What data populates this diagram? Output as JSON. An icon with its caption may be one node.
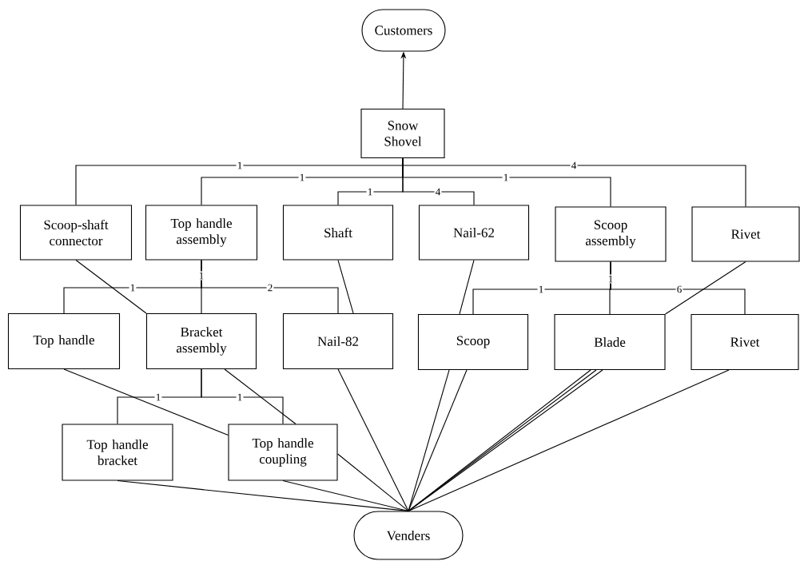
{
  "diagram": {
    "nodes": [
      {
        "text": [
          "Customers"
        ]
      },
      {
        "text": [
          "Snow Shovel"
        ]
      },
      {
        "text": [
          "Scoop-shaft connector"
        ]
      },
      {
        "text": [
          "Top handle assembly"
        ]
      },
      {
        "text": [
          "Shaft"
        ]
      },
      {
        "text": [
          "Nail-62"
        ]
      },
      {
        "text": [
          "Scoop assembly"
        ]
      },
      {
        "text": [
          "Rivet"
        ]
      },
      {
        "text": [
          "Top handle"
        ]
      },
      {
        "text": [
          "Bracket assembly"
        ]
      },
      {
        "text": [
          "Nail-82"
        ]
      },
      {
        "text": [
          "Scoop"
        ]
      },
      {
        "text": [
          "Blade"
        ]
      },
      {
        "text": [
          "Rivet"
        ]
      },
      {
        "text": [
          "Top handle bracket"
        ]
      },
      {
        "text": [
          "Top handle coupling"
        ]
      },
      {
        "text": [
          "Venders"
        ]
      }
    ],
    "edges": [
      {
        "from": 1,
        "to": 0,
        "arrow": "to"
      },
      {
        "from": 1,
        "to": 2,
        "arrow": "none",
        "label": "1"
      },
      {
        "from": 1,
        "to": 3,
        "arrow": "none",
        "label": "1"
      },
      {
        "from": 1,
        "to": 4,
        "arrow": "none",
        "label": "1"
      },
      {
        "from": 1,
        "to": 5,
        "arrow": "none",
        "label": "4"
      },
      {
        "from": 1,
        "to": 6,
        "arrow": "none",
        "label": "1"
      },
      {
        "from": 1,
        "to": 7,
        "arrow": "none",
        "label": "4"
      },
      {
        "from": 3,
        "to": 8,
        "arrow": "none",
        "label": "1"
      },
      {
        "from": 3,
        "to": 9,
        "arrow": "none",
        "label": "1"
      },
      {
        "from": 3,
        "to": 10,
        "arrow": "none",
        "label": "2"
      },
      {
        "from": 6,
        "to": 11,
        "arrow": "none",
        "label": "1"
      },
      {
        "from": 6,
        "to": 12,
        "arrow": "none",
        "label": "1"
      },
      {
        "from": 6,
        "to": 13,
        "arrow": "none",
        "label": "6"
      },
      {
        "from": 9,
        "to": 14,
        "arrow": "none",
        "label": "1"
      },
      {
        "from": 9,
        "to": 15,
        "arrow": "none",
        "label": "1"
      },
      {
        "from": 2,
        "to": 9,
        "arrow": "none"
      },
      {
        "from": 4,
        "to": 10,
        "arrow": "none"
      },
      {
        "from": 5,
        "to": 11,
        "arrow": "none"
      },
      {
        "from": 7,
        "to": 12,
        "arrow": "none"
      },
      {
        "from": 8,
        "to": 15,
        "arrow": "none"
      },
      {
        "from": 9,
        "to": 15,
        "arrow": "none"
      },
      {
        "from": 14,
        "to": 16,
        "arrow": "none"
      },
      {
        "from": 15,
        "to": 16,
        "arrow": "none"
      },
      {
        "from": 15,
        "to": 16,
        "arrow": "none"
      },
      {
        "from": 10,
        "to": 16,
        "arrow": "none"
      },
      {
        "from": 11,
        "to": 16,
        "arrow": "none"
      },
      {
        "from": 11,
        "to": 16,
        "arrow": "none"
      },
      {
        "from": 12,
        "to": 16,
        "arrow": "none"
      },
      {
        "from": 12,
        "to": 16,
        "arrow": "none"
      },
      {
        "from": 12,
        "to": 16,
        "arrow": "none"
      },
      {
        "from": 13,
        "to": 16,
        "arrow": "none"
      }
    ]
  }
}
